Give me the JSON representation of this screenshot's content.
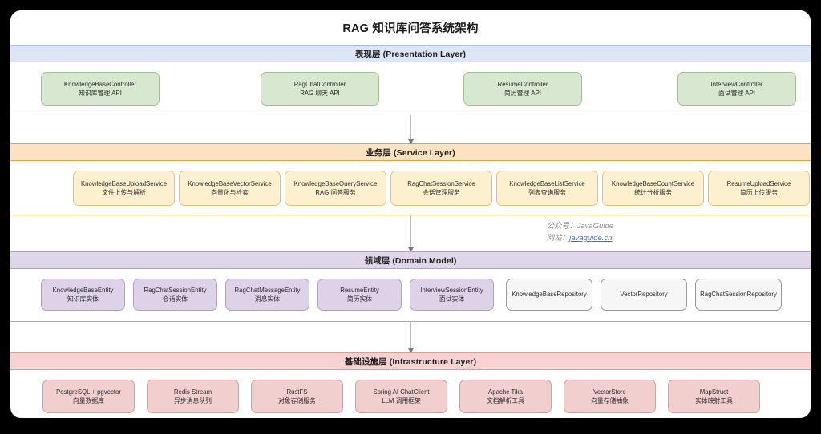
{
  "diagram": {
    "title": "RAG 知识库问答系统架构",
    "background_color": "#000000",
    "card_color": "#ffffff"
  },
  "watermark": {
    "line1_label": "公众号：",
    "line1_value": "JavaGuide",
    "line2_label": "网站：",
    "line2_value": "javaguide.cn",
    "link_color": "#3d6fd4"
  },
  "layers": [
    {
      "id": "presentation",
      "header": "表现层 (Presentation Layer)",
      "header_color": "#dce6f6",
      "border_color": "#a9bfe0",
      "nodes": [
        {
          "name": "KnowledgeBaseController",
          "desc": "知识库管理 API"
        },
        {
          "name": "RagChatController",
          "desc": "RAG 聊天 API"
        },
        {
          "name": "ResumeController",
          "desc": "简历管理 API"
        },
        {
          "name": "InterviewController",
          "desc": "面试管理 API"
        }
      ]
    },
    {
      "id": "service",
      "header": "业务层 (Service Layer)",
      "header_color": "#fbe3c2",
      "border_color": "#e5a13c",
      "nodes": [
        {
          "name": "KnowledgeBaseUploadService",
          "desc": "文件上传与解析"
        },
        {
          "name": "KnowledgeBaseVectorService",
          "desc": "向量化与检索"
        },
        {
          "name": "KnowledgeBaseQueryService",
          "desc": "RAG 问答服务"
        },
        {
          "name": "RagChatSessionService",
          "desc": "会话管理服务"
        },
        {
          "name": "KnowledgeBaseListService",
          "desc": "列表查询服务"
        },
        {
          "name": "KnowledgeBaseCountService",
          "desc": "统计分析服务"
        },
        {
          "name": "ResumeUploadService",
          "desc": "简历上传服务"
        }
      ]
    },
    {
      "id": "domain",
      "header": "领域层 (Domain Model)",
      "header_color": "#e0d6e9",
      "border_color": "#b49fc9",
      "nodes": [
        {
          "name": "KnowledgeBaseEntity",
          "desc": "知识库实体",
          "style": "entity"
        },
        {
          "name": "RagChatSessionEntity",
          "desc": "会话实体",
          "style": "entity"
        },
        {
          "name": "RagChatMessageEntity",
          "desc": "消息实体",
          "style": "entity"
        },
        {
          "name": "ResumeEntity",
          "desc": "简历实体",
          "style": "entity"
        },
        {
          "name": "InterviewSessionEntity",
          "desc": "面试实体",
          "style": "entity"
        },
        {
          "name": "KnowledgeBaseRepository",
          "desc": "",
          "style": "repository"
        },
        {
          "name": "VectorRepository",
          "desc": "",
          "style": "repository"
        },
        {
          "name": "RagChatSessionRepository",
          "desc": "",
          "style": "repository"
        }
      ]
    },
    {
      "id": "infrastructure",
      "header": "基础设施层 (Infrastructure Layer)",
      "header_color": "#f6d2d2",
      "border_color": "#dd9a9a",
      "nodes": [
        {
          "name": "PostgreSQL + pgvector",
          "desc": "向量数据库"
        },
        {
          "name": "Redis Stream",
          "desc": "异步消息队列"
        },
        {
          "name": "RustFS",
          "desc": "对象存储服务"
        },
        {
          "name": "Spring AI ChatClient",
          "desc": "LLM 调用框架"
        },
        {
          "name": "Apache Tika",
          "desc": "文档解析工具"
        },
        {
          "name": "VectorStore",
          "desc": "向量存储抽象"
        },
        {
          "name": "MapStruct",
          "desc": "实体映射工具"
        }
      ]
    }
  ],
  "connectors": [
    {
      "from": "presentation",
      "to": "service"
    },
    {
      "from": "service",
      "to": "domain"
    },
    {
      "from": "domain",
      "to": "infrastructure"
    }
  ]
}
